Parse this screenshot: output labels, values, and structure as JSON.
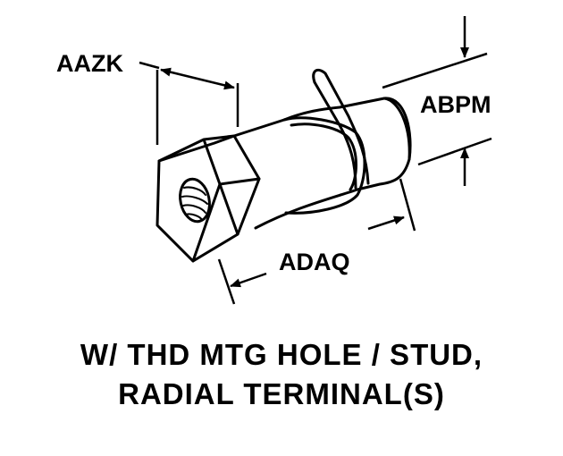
{
  "diagram": {
    "dimension_labels": {
      "aazk": "AAZK",
      "abpm": "ABPM",
      "adaq": "ADAQ"
    },
    "caption": {
      "line1": "W/ THD MTG HOLE / STUD,",
      "line2": "RADIAL TERMINAL(S)"
    }
  }
}
